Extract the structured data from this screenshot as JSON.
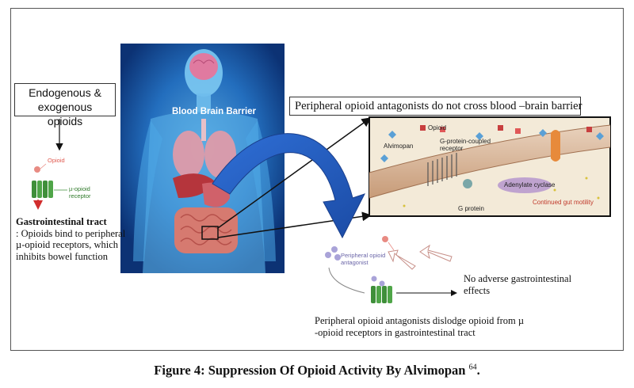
{
  "left_panel": {
    "box_text": "Endogenous & exogenous opioids",
    "opioid_label": "Opioid",
    "receptor_label": "µ-opioid receptor",
    "gi_title": "Gastrointestinal tract",
    "gi_text": ": Opioids bind to peripheral µ-opioid receptors, which inhibits bowel function"
  },
  "body_image": {
    "bbb_label": "Blood Brain Barrier"
  },
  "membrane_panel": {
    "header": "Peripheral opioid antagonists do not cross blood   –brain barrier",
    "opioid_label": "Opioid",
    "alvimopan_label": "Alvimopan",
    "gpcr_label": "G-protein-coupled receptor",
    "adenylate_label": "Adenylate cyclase",
    "gprotein_label": "G protein",
    "motility_label": "Continued gut motility"
  },
  "lower_panel": {
    "antagonist_label": "Peripheral opioid antagonist",
    "no_adverse": "No adverse gastrointestinal effects",
    "dislodge": "Peripheral opioid antagonists dislodge opioid from µ -opioid receptors in gastrointestinal tract"
  },
  "caption": {
    "text": "Figure 4: Suppression Of Opioid Activity By Alvimopan ",
    "ref": "64",
    "end": "."
  },
  "colors": {
    "body_bg": "#0e3f8c",
    "body_glow": "#5fb8f0",
    "membrane": "#c9a88a",
    "arrow_blue": "#2a63c9",
    "receptor_green": "#3f8f3a",
    "opioid_pink": "#e88b83",
    "antagonist_lavender": "#a9a3d8"
  }
}
